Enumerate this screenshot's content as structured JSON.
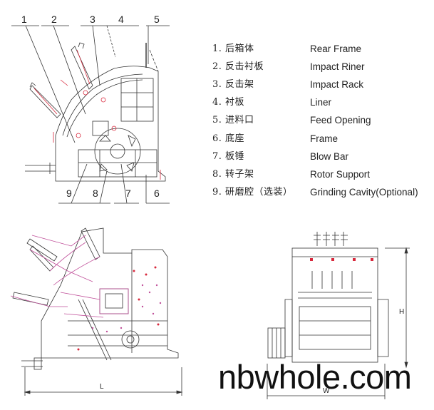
{
  "callouts_top": [
    "1",
    "2",
    "3",
    "4",
    "5"
  ],
  "callouts_bottom": [
    "9",
    "8",
    "7",
    "6"
  ],
  "legend": [
    {
      "cn": "1. 后箱体",
      "en": "Rear Frame"
    },
    {
      "cn": "2. 反击衬板",
      "en": "Impact Riner"
    },
    {
      "cn": "3. 反击架",
      "en": "Impact Rack"
    },
    {
      "cn": "4. 衬板",
      "en": "Liner"
    },
    {
      "cn": "5. 进料口",
      "en": "Feed Opening"
    },
    {
      "cn": "6. 底座",
      "en": "Frame"
    },
    {
      "cn": "7. 板锤",
      "en": "Blow Bar"
    },
    {
      "cn": "8. 转子架",
      "en": "Rotor Support"
    },
    {
      "cn": "9. 研磨腔（选装）",
      "en": "Grinding Cavity(Optional)"
    }
  ],
  "dimensions": {
    "length": "L",
    "width": "W",
    "height": "H"
  },
  "watermark": "nbwhole.com",
  "colors": {
    "line": "#333333",
    "pink": "#c0509a",
    "red": "#d8283c"
  }
}
